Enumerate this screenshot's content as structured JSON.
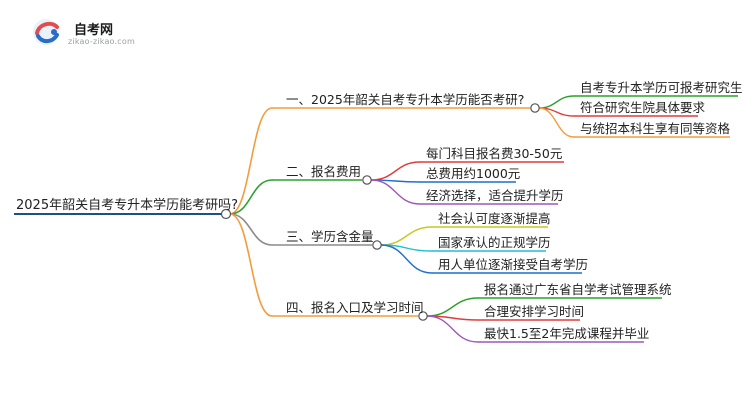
{
  "logo": {
    "name": "自考网",
    "url": "zikao-zikao.com"
  },
  "root": {
    "label": "2025年韶关自考专升本学历能考研吗?"
  },
  "branches": [
    {
      "label": "一、2025年韶关自考专升本学历能否考研?",
      "color": "#f39c3d",
      "children": [
        {
          "label": "自考专升本学历可报考研究生",
          "color": "#2ca02c"
        },
        {
          "label": "符合研究生院具体要求",
          "color": "#e23b3b"
        },
        {
          "label": "与统招本科生享有同等资格",
          "color": "#f39c3d"
        }
      ]
    },
    {
      "label": "二、报名费用",
      "color": "#2ca02c",
      "children": [
        {
          "label": "每门科目报名费30-50元",
          "color": "#e23b3b"
        },
        {
          "label": "总费用约1000元",
          "color": "#1f6fd1"
        },
        {
          "label": "经济选择，适合提升学历",
          "color": "#9b59b6"
        }
      ]
    },
    {
      "label": "三、学历含金量",
      "color": "#8c8c8c",
      "children": [
        {
          "label": "社会认可度逐渐提高",
          "color": "#c8c81e"
        },
        {
          "label": "国家承认的正规学历",
          "color": "#1fbfcf"
        },
        {
          "label": "用人单位逐渐接受自考学历",
          "color": "#1f6fd1"
        }
      ]
    },
    {
      "label": "四、报名入口及学习时间",
      "color": "#f39c3d",
      "children": [
        {
          "label": "报名通过广东省自学考试管理系统",
          "color": "#2ca02c"
        },
        {
          "label": "合理安排学习时间",
          "color": "#e23b3b"
        },
        {
          "label": "最快1.5至2年完成课程并毕业",
          "color": "#9b59b6"
        }
      ]
    }
  ],
  "colors": {
    "root_line": "#1f4e8c",
    "node_circle_stroke": "#555555"
  }
}
